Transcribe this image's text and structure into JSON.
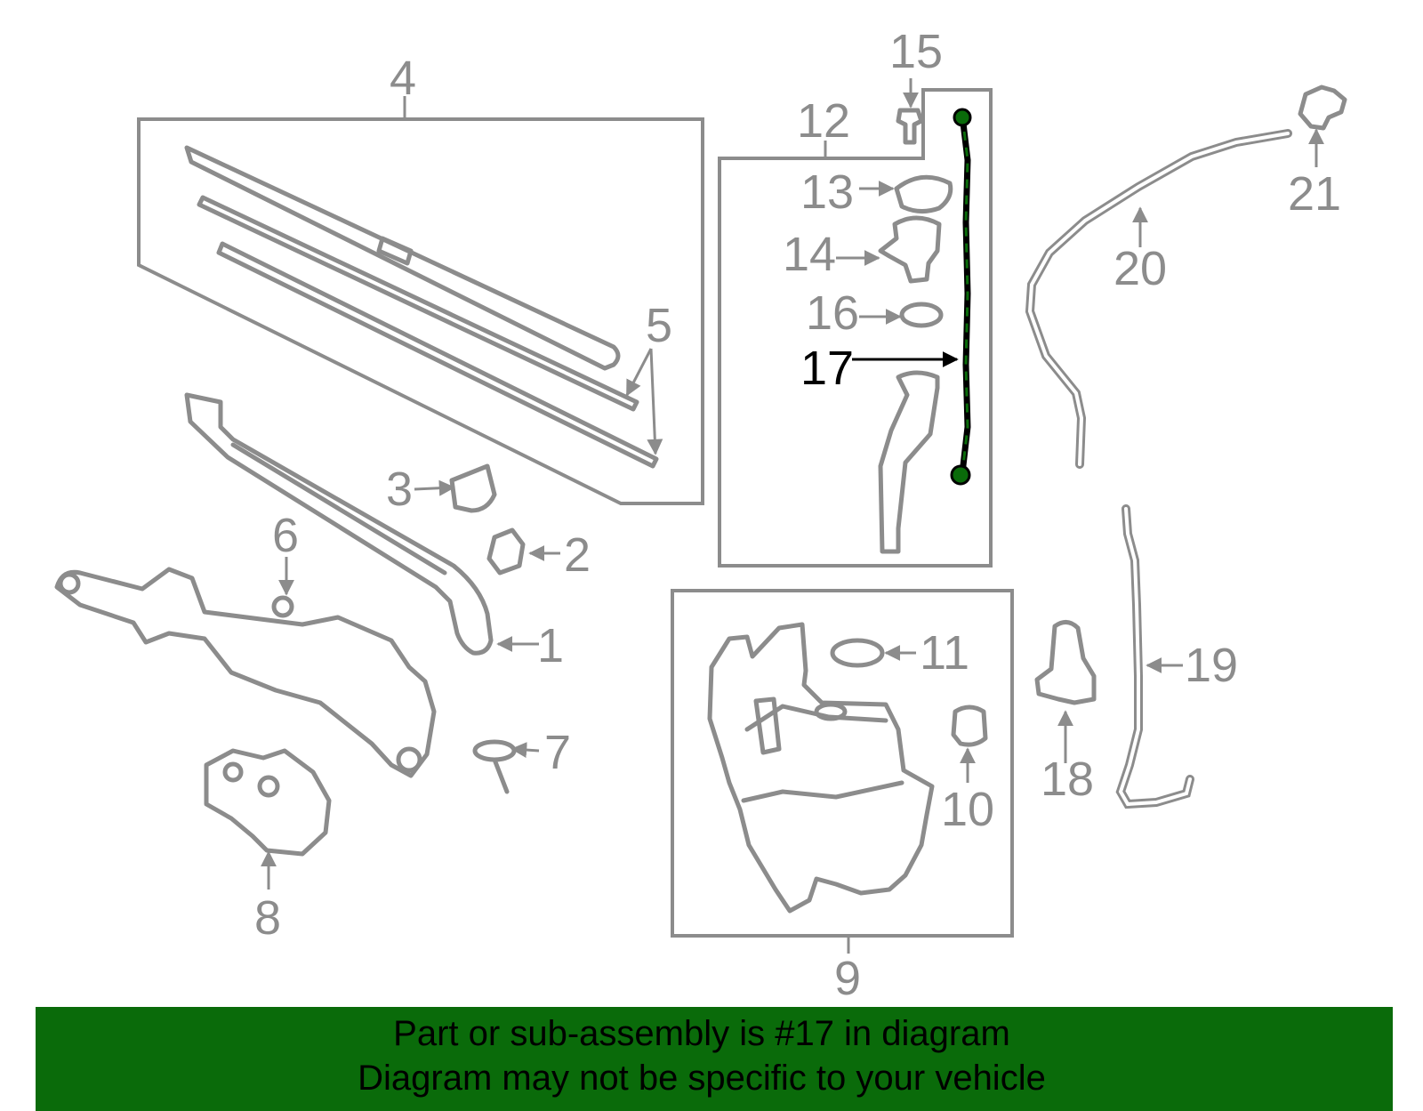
{
  "callouts": [
    "1",
    "2",
    "3",
    "4",
    "5",
    "6",
    "7",
    "8",
    "9",
    "10",
    "11",
    "12",
    "13",
    "14",
    "15",
    "16",
    "17",
    "18",
    "19",
    "20",
    "21"
  ],
  "highlight": {
    "callout": "17",
    "color": "#0a6b0a"
  },
  "banner": {
    "line1": "Part or sub-assembly is #17 in diagram",
    "line2": "Diagram may not be specific to your vehicle",
    "color": "#0a6b0a"
  },
  "colors": {
    "part_stroke": "#8c8c8c",
    "highlight_stroke": "#000000"
  }
}
